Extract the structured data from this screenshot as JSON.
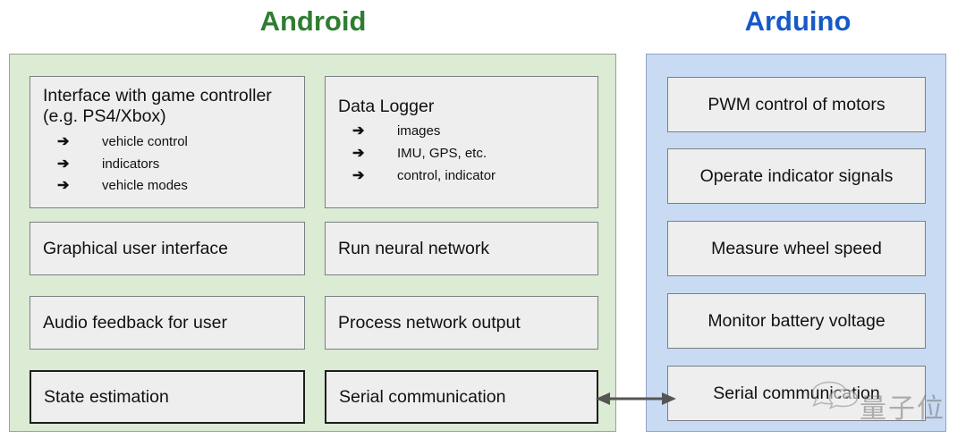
{
  "titles": {
    "left": "Android",
    "right": "Arduino",
    "left_color": "#2f7d32",
    "right_color": "#1659c7"
  },
  "colors": {
    "android_panel": "#dcebd4",
    "arduino_panel": "#c9dbf3",
    "box_fill": "#eeeeee",
    "box_border": "#7b7f83",
    "box_border_emphasis": "#1d1d1d",
    "connector": "#555555"
  },
  "android": {
    "panel_name": "Android",
    "left_column": [
      {
        "heading": "Interface with game\ncontroller (e.g. PS4/Xbox)",
        "bullets": [
          "vehicle control",
          "indicators",
          "vehicle modes"
        ],
        "bullet_glyph": "➔"
      },
      {
        "label": "Graphical user interface"
      },
      {
        "label": "Audio feedback for user"
      },
      {
        "label": "State estimation",
        "emphasis": true
      }
    ],
    "right_column": [
      {
        "heading": "Data Logger",
        "bullets": [
          "images",
          "IMU, GPS, etc.",
          "control, indicator"
        ],
        "bullet_glyph": "➔"
      },
      {
        "label": "Run neural network"
      },
      {
        "label": "Process network output"
      },
      {
        "label": "Serial communication",
        "emphasis": true
      }
    ]
  },
  "arduino": {
    "panel_name": "Arduino",
    "items": [
      {
        "label": "PWM control of motors"
      },
      {
        "label": "Operate indicator signals"
      },
      {
        "label": "Measure wheel speed"
      },
      {
        "label": "Monitor battery voltage"
      },
      {
        "label": "Serial communication"
      }
    ]
  },
  "connector": {
    "name": "serial-link",
    "direction": "bidirectional"
  },
  "watermark": {
    "text": "量子位"
  }
}
